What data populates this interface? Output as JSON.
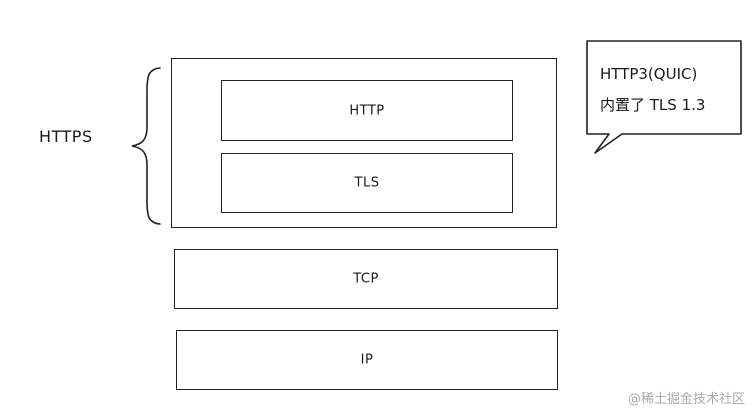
{
  "group_label": "HTTPS",
  "layers": {
    "http": "HTTP",
    "tls": "TLS",
    "tcp": "TCP",
    "ip": "IP"
  },
  "callout": {
    "line1": "HTTP3(QUIC)",
    "line2": "内置了 TLS 1.3"
  },
  "watermark": "@稀土掘金技术社区"
}
